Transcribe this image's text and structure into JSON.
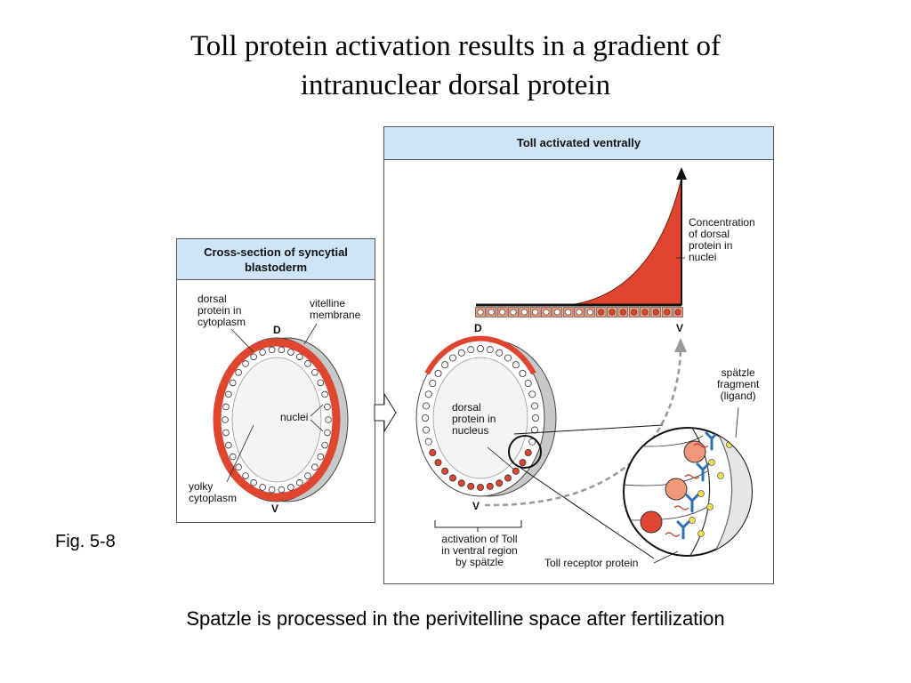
{
  "slide": {
    "title_line1": "Toll protein activation results in a gradient of",
    "title_line2": "intranuclear dorsal protein",
    "fig_label": "Fig. 5-8",
    "caption": "Spatzle is processed in the perivitelline space after fertilization"
  },
  "left_panel": {
    "header_line1": "Cross-section of syncytial",
    "header_line2": "blastoderm",
    "labels": {
      "dorsal_cytoplasm_1": "dorsal",
      "dorsal_cytoplasm_2": "protein in",
      "dorsal_cytoplasm_3": "cytoplasm",
      "vitelline_1": "vitelline",
      "vitelline_2": "membrane",
      "d": "D",
      "v": "V",
      "nuclei": "nuclei",
      "yolky_1": "yolky",
      "yolky_2": "cytoplasm"
    }
  },
  "right_panel": {
    "header": "Toll activated ventrally",
    "labels": {
      "conc_1": "Concentration",
      "conc_2": "of dorsal",
      "conc_3": "protein in",
      "conc_4": "nuclei",
      "d_axis": "D",
      "v_axis": "V",
      "d_circle": "D",
      "v_circle": "V",
      "dorsal_nuc_1": "dorsal",
      "dorsal_nuc_2": "protein in",
      "dorsal_nuc_3": "nucleus",
      "spatzle_1": "spätzle",
      "spatzle_2": "fragment",
      "spatzle_3": "(ligand)",
      "activation_1": "activation of Toll",
      "activation_2": "in ventral region",
      "activation_3": "by spätzle",
      "toll_receptor": "Toll receptor protein"
    }
  },
  "colors": {
    "header_blue": "#cfe4f6",
    "dorsal_red": "#e0452f",
    "nucleus_orange": "#f2987a",
    "membrane_grey": "#c8c8c8",
    "receptor_blue": "#2f6fb5",
    "ligand_yellow": "#f4e04a"
  }
}
